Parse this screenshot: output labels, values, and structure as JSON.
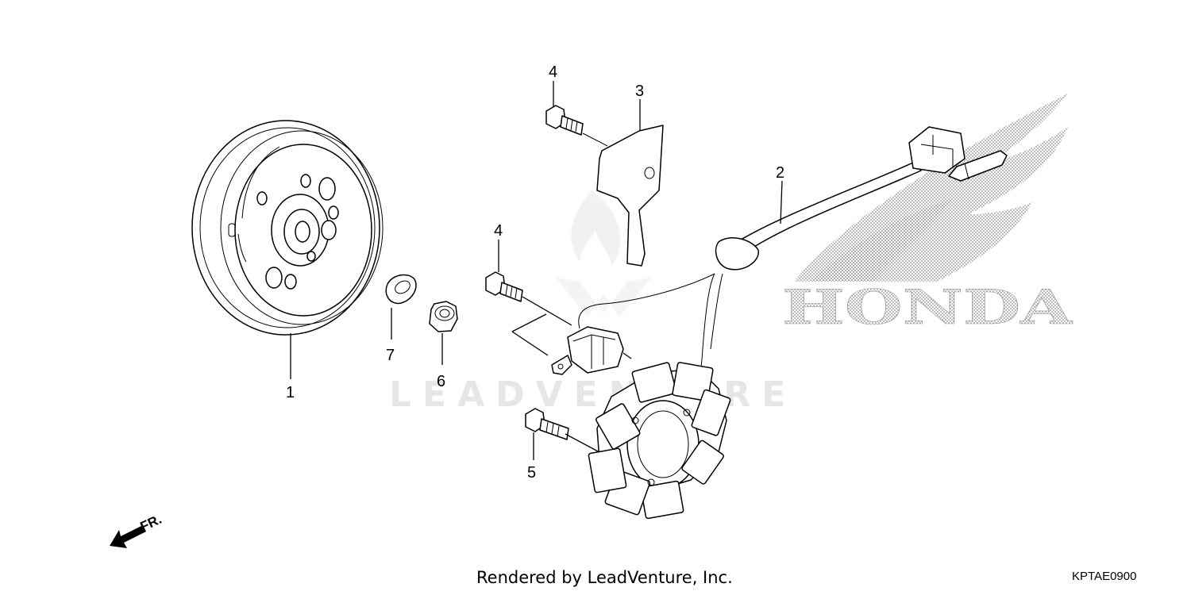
{
  "diagram": {
    "part_labels": [
      {
        "id": "flywheel",
        "number": "1"
      },
      {
        "id": "stator",
        "number": "2"
      },
      {
        "id": "bracket",
        "number": "3"
      },
      {
        "id": "bolt-top",
        "number": "4"
      },
      {
        "id": "bolt-mid",
        "number": "4"
      },
      {
        "id": "bolt-stator",
        "number": "5"
      },
      {
        "id": "nut",
        "number": "6"
      },
      {
        "id": "washer",
        "number": "7"
      }
    ],
    "front_indicator": "FR.",
    "watermark": "LEADVENTURE",
    "brand_mark": "HONDA",
    "footer_text": "Rendered by LeadVenture, Inc.",
    "diagram_code": "KPTAE0900"
  }
}
